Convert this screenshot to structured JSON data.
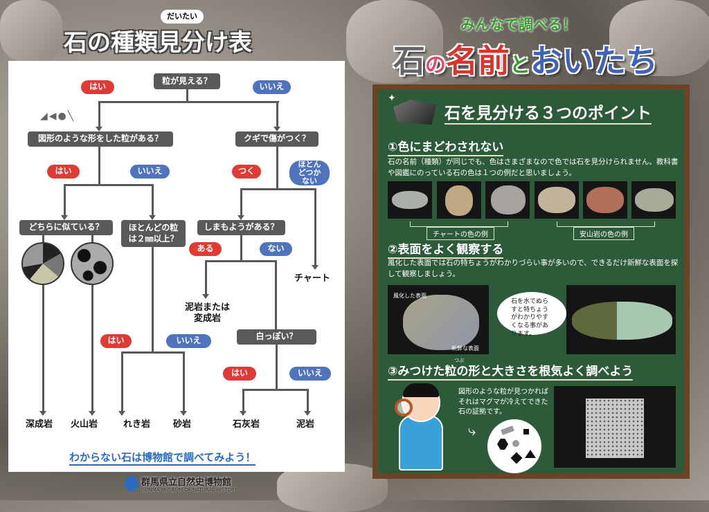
{
  "left_title": {
    "ruby": "だいたい",
    "title": "石の種類見分け表"
  },
  "flow": {
    "q1": "粒が見える？",
    "q1_yes": "はい",
    "q1_no": "いいえ",
    "q2": "図形のような形をした粒がある？",
    "q2_yes": "はい",
    "q2_no": "いいえ",
    "q3": "クギで傷がつく？",
    "q3_yes": "つく",
    "q3_no": "ほとんどつかない",
    "q4": "どちらに似ている？",
    "q5": "ほとんどの粒は２㎜以上？",
    "q5_yes": "はい",
    "q5_no": "いいえ",
    "q6": "しまもようがある？",
    "q6_yes": "ある",
    "q6_no": "ない",
    "q7": "白っぽい？",
    "q7_yes": "はい",
    "q7_no": "いいえ",
    "r_chert": "チャート",
    "r_mud_meta": "泥岩または変成岩",
    "results": [
      "深成岩",
      "火山岩",
      "れき岩",
      "砂岩",
      "石灰岩",
      "泥岩"
    ]
  },
  "footer_note": "わからない石は博物館で調べてみよう！",
  "museum": {
    "name": "群馬県立自然史博物館",
    "name_en": "GUNMA MUSEUM OF NATURAL HISTORY"
  },
  "right_title": {
    "sub": "みんなで調べる！",
    "main_1": "石",
    "main_2": "の",
    "main_3": "名前",
    "main_4": "と",
    "main_5": "おいたち"
  },
  "board": {
    "header": "石を見分ける３つのポイント",
    "s1": {
      "heading": "①色にまどわされない",
      "text": "石の名前（種類）が同じでも、色はさまざまなので色では石を見分けられません。教科書や図鑑にのっている石の色は１つの例だと思いましょう。",
      "label_chert": "チャートの色の例",
      "label_andesite": "安山岩の色の例"
    },
    "s2": {
      "heading": "②表面をよく観察する",
      "text": "風化した表面では石の特ちょうがわかりづらい事が多いので、できるだけ新鮮な表面を探して観察しましょう。",
      "weathered": "風化した表面",
      "fresh": "新鮮な表面",
      "bubble": "石を水でぬらすと特ちょうがわかりやすくなる事があります。"
    },
    "s3": {
      "ruby": "つぶ",
      "heading": "③みつけた粒の形と大きさを根気よく調べよう",
      "text": "図形のような粒が見つかればそれはマグマが冷えてできた石の証拠です。"
    }
  },
  "colors": {
    "yes": "#e03a35",
    "no": "#4f73bd",
    "board": "#2d5b3a",
    "frame": "#6b4427",
    "note": "#2a6bbf"
  }
}
